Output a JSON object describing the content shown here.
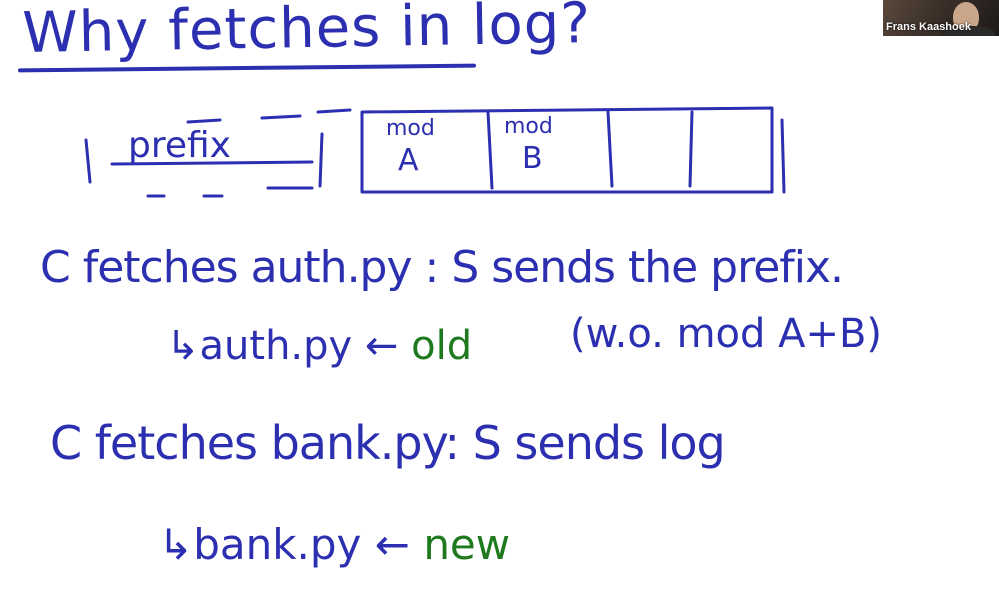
{
  "presenter": {
    "name": "Frans Kaashoek"
  },
  "title": "Why fetches in log?",
  "diagram": {
    "prefix_label": "prefix",
    "slots": [
      {
        "label_top": "mod",
        "label_bottom": "A"
      },
      {
        "label_top": "mod",
        "label_bottom": "B"
      },
      {
        "label_top": "",
        "label_bottom": ""
      },
      {
        "label_top": "",
        "label_bottom": ""
      }
    ]
  },
  "notes": {
    "line1": "C fetches auth.py : S sends the prefix.",
    "line2_main": "↳auth.py ←",
    "line2_green": "old",
    "line2_paren": "(w.o. mod A+B)",
    "line3": "C fetches bank.py: S sends log",
    "line4_main": "↳bank.py ←",
    "line4_green": "new"
  },
  "colors": {
    "ink_blue": "#2b2fb0",
    "ink_green": "#1f7a1f",
    "background": "#ffffff"
  }
}
